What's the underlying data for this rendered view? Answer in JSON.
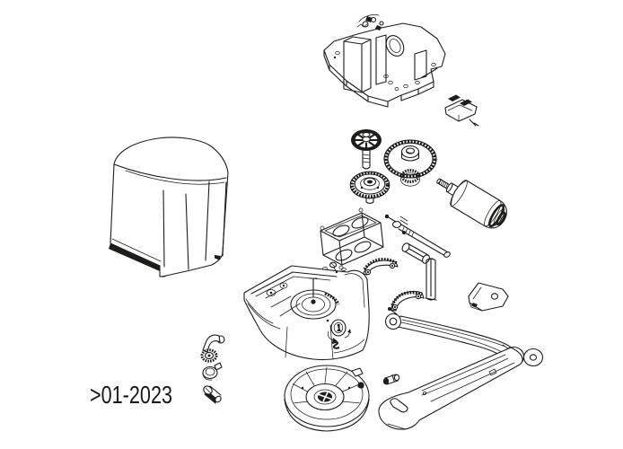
{
  "diagram": {
    "type": "exploded-parts-line-drawing",
    "revision_label": ">01-2023",
    "background_color": "#ffffff",
    "line_color": "#1d1d1b"
  },
  "parts": [
    "chassis-base-plate",
    "limit-switch-unit",
    "worm-fan-wheel",
    "large-spur-gear",
    "crown-gear",
    "electric-motor",
    "plastic-cover",
    "magnet-frame",
    "worm-shaft-assembly",
    "limit-cam-front",
    "limit-cam-rear",
    "corner-bracket",
    "gearbox-housing",
    "curved-transmission-arm",
    "straight-transmission-arm",
    "arm-washer",
    "hinge-pin",
    "bottom-dish-cover",
    "release-lever",
    "release-collar",
    "release-screw"
  ]
}
